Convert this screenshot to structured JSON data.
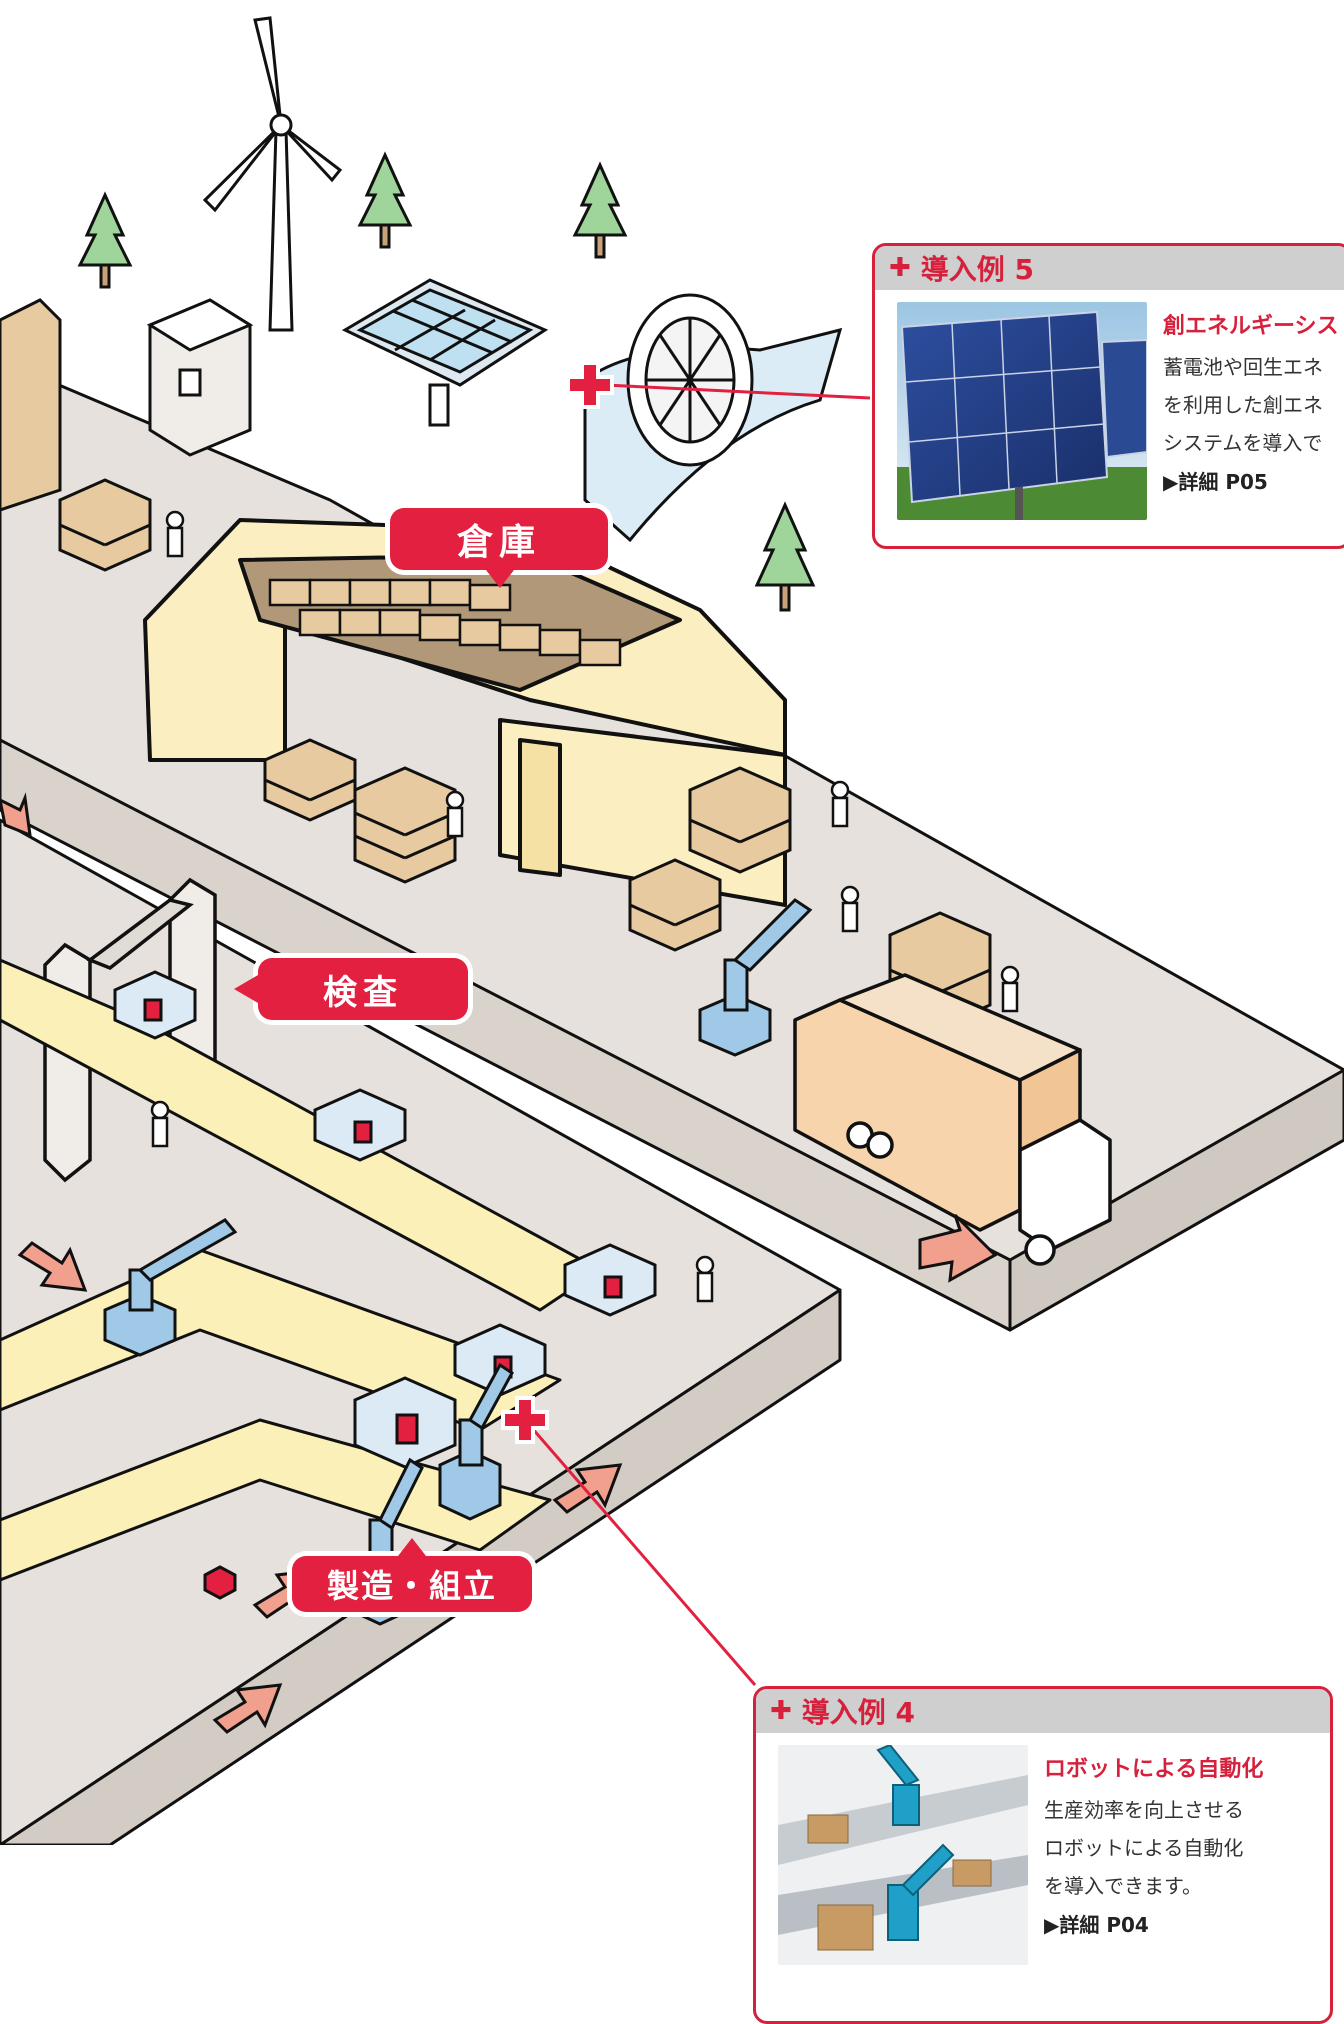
{
  "labels": {
    "warehouse": "倉庫",
    "inspection": "検査",
    "manufacturing": "製造・組立"
  },
  "callouts": [
    {
      "header": "導入例 5",
      "title": "創エネルギーシス",
      "lines": [
        "蓄電池や回生エネ",
        "を利用した創エネ",
        "システムを導入で"
      ],
      "more": "▶詳細 P05"
    },
    {
      "header": "導入例 4",
      "title": "ロボットによる自動化",
      "lines": [
        "生産効率を向上させる",
        "ロボットによる自動化",
        "を導入できます。"
      ],
      "more": "▶詳細 P04"
    }
  ],
  "colors": {
    "accent": "#e3203f",
    "floor": "#e6e1dc",
    "conveyor": "#fbf0b8",
    "robot": "#9fc9e6",
    "box": "#e8caa1",
    "warehouse_frame": "#fbeec0"
  }
}
